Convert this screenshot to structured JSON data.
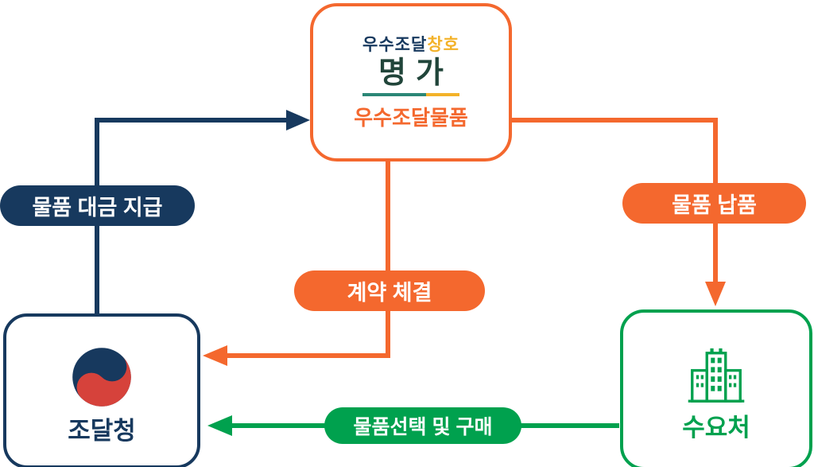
{
  "colors": {
    "navy": "#17395e",
    "orange": "#f4682e",
    "green": "#00a14e",
    "gold": "#f3b229",
    "red": "#d6423b",
    "teal": "#2b8776",
    "brand_dark": "#21453a"
  },
  "top_box": {
    "brand_part1": "우수조달",
    "brand_part2": "창호",
    "brand_name": "명가",
    "product_label": "우수조달물품"
  },
  "pills": {
    "payment": "물품 대금 지급",
    "delivery": "물품 납품",
    "contract": "계약 체결",
    "selection": "물품선택 및 구매"
  },
  "nodes": {
    "procurement_agency": "조달청",
    "demand_org": "수요처"
  },
  "icons": {
    "agency": "taegeuk-swirl-icon",
    "demand": "building-icon"
  }
}
